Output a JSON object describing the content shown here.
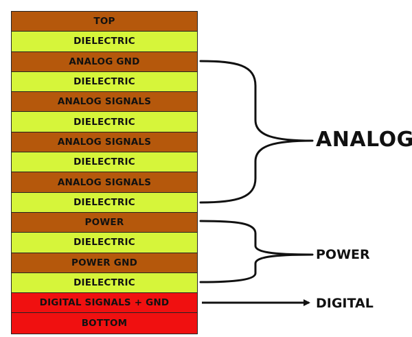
{
  "layers": [
    {
      "label": "TOP",
      "kind": "copper",
      "color": "#b5580c"
    },
    {
      "label": "DIELECTRIC",
      "kind": "dielectric",
      "color": "#d6f53a"
    },
    {
      "label": "ANALOG GND",
      "kind": "copper",
      "color": "#b5580c"
    },
    {
      "label": "DIELECTRIC",
      "kind": "dielectric",
      "color": "#d6f53a"
    },
    {
      "label": "ANALOG SIGNALS",
      "kind": "copper",
      "color": "#b5580c"
    },
    {
      "label": "DIELECTRIC",
      "kind": "dielectric",
      "color": "#d6f53a"
    },
    {
      "label": "ANALOG SIGNALS",
      "kind": "copper",
      "color": "#b5580c"
    },
    {
      "label": "DIELECTRIC",
      "kind": "dielectric",
      "color": "#d6f53a"
    },
    {
      "label": "ANALOG SIGNALS",
      "kind": "copper",
      "color": "#b5580c"
    },
    {
      "label": "DIELECTRIC",
      "kind": "dielectric",
      "color": "#d6f53a"
    },
    {
      "label": "POWER",
      "kind": "copper",
      "color": "#b5580c"
    },
    {
      "label": "DIELECTRIC",
      "kind": "dielectric",
      "color": "#d6f53a"
    },
    {
      "label": "POWER GND",
      "kind": "copper",
      "color": "#b5580c"
    },
    {
      "label": "DIELECTRIC",
      "kind": "dielectric",
      "color": "#d6f53a"
    },
    {
      "label": "DIGITAL SIGNALS + GND",
      "kind": "red",
      "color": "#f01010"
    },
    {
      "label": "BOTTOM",
      "kind": "red",
      "color": "#f01010"
    }
  ],
  "groups": {
    "analog": {
      "label": "ANALOG",
      "connector": "brace"
    },
    "power": {
      "label": "POWER",
      "connector": "brace"
    },
    "digital": {
      "label": "DIGITAL",
      "connector": "arrow"
    }
  }
}
